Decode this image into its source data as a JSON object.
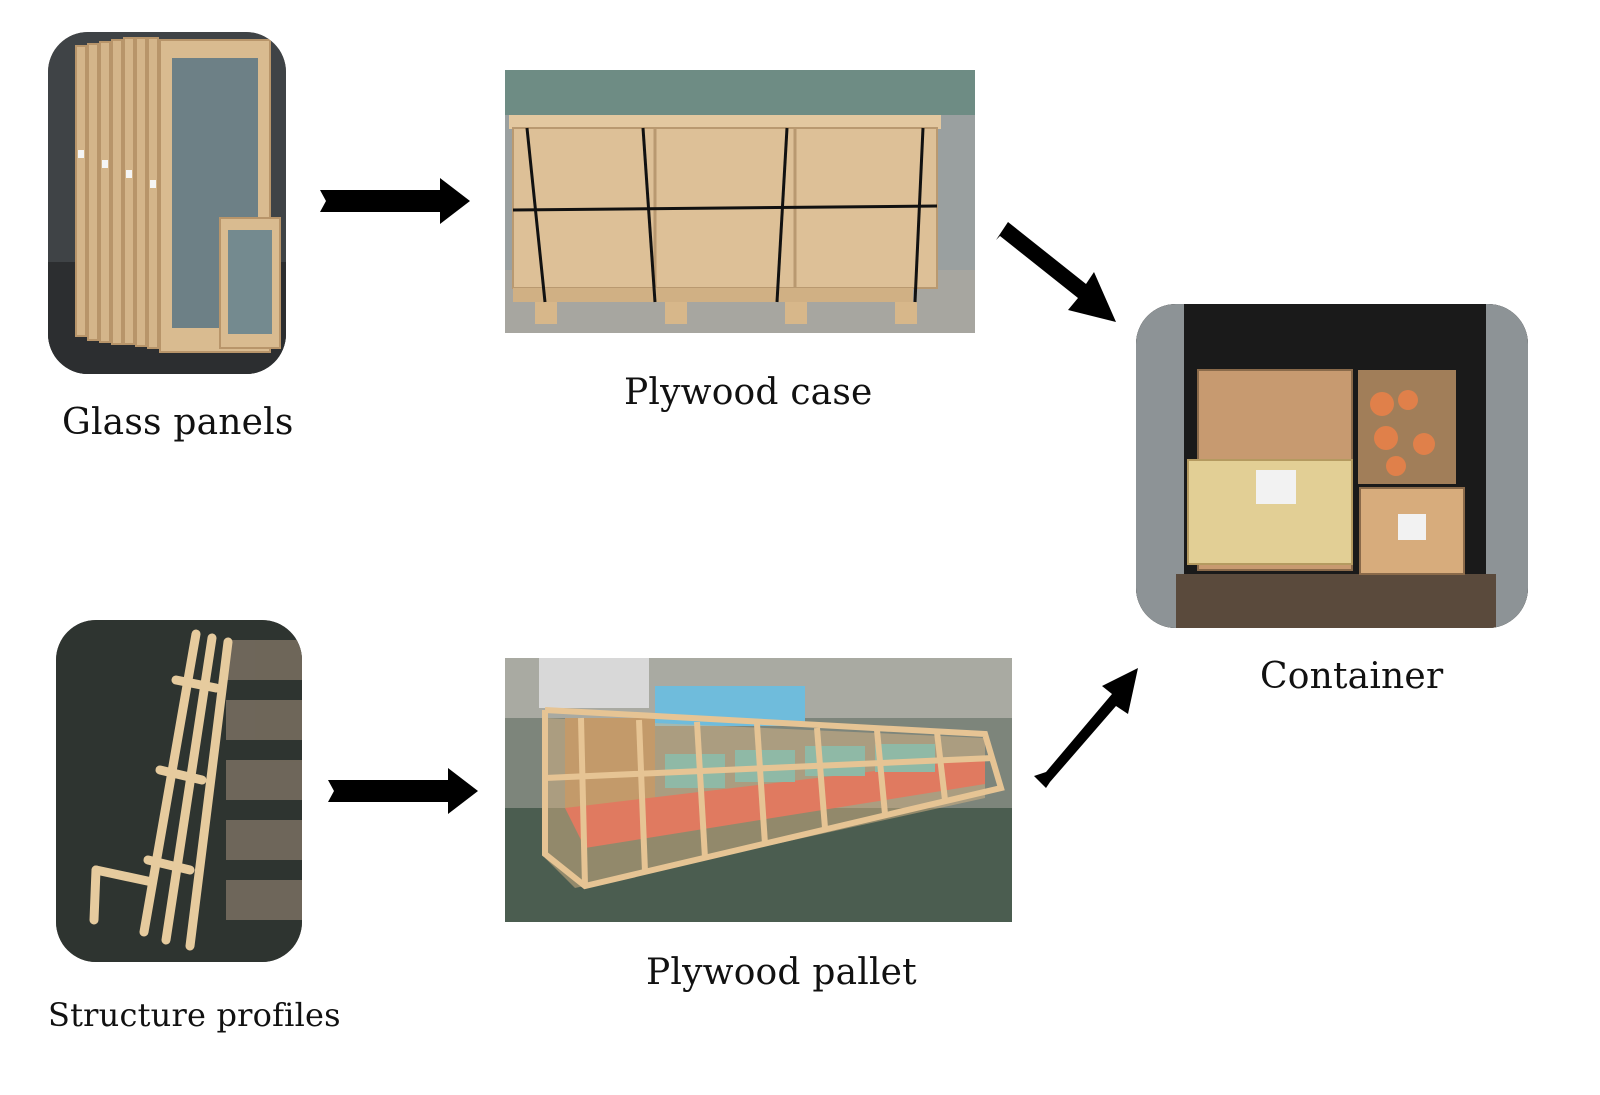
{
  "nodes": {
    "glass_panels": {
      "label": "Glass panels"
    },
    "plywood_case": {
      "label": "Plywood case"
    },
    "container": {
      "label": "Container"
    },
    "structure_profiles": {
      "label": "Structure profiles"
    },
    "plywood_pallet": {
      "label": "Plywood pallet"
    }
  },
  "edges": [
    {
      "from": "glass_panels",
      "to": "plywood_case"
    },
    {
      "from": "plywood_case",
      "to": "container"
    },
    {
      "from": "structure_profiles",
      "to": "plywood_pallet"
    },
    {
      "from": "plywood_pallet",
      "to": "container"
    }
  ],
  "colors": {
    "arrow": "#000000",
    "wood": "#d9b98c",
    "background": "#ffffff"
  }
}
